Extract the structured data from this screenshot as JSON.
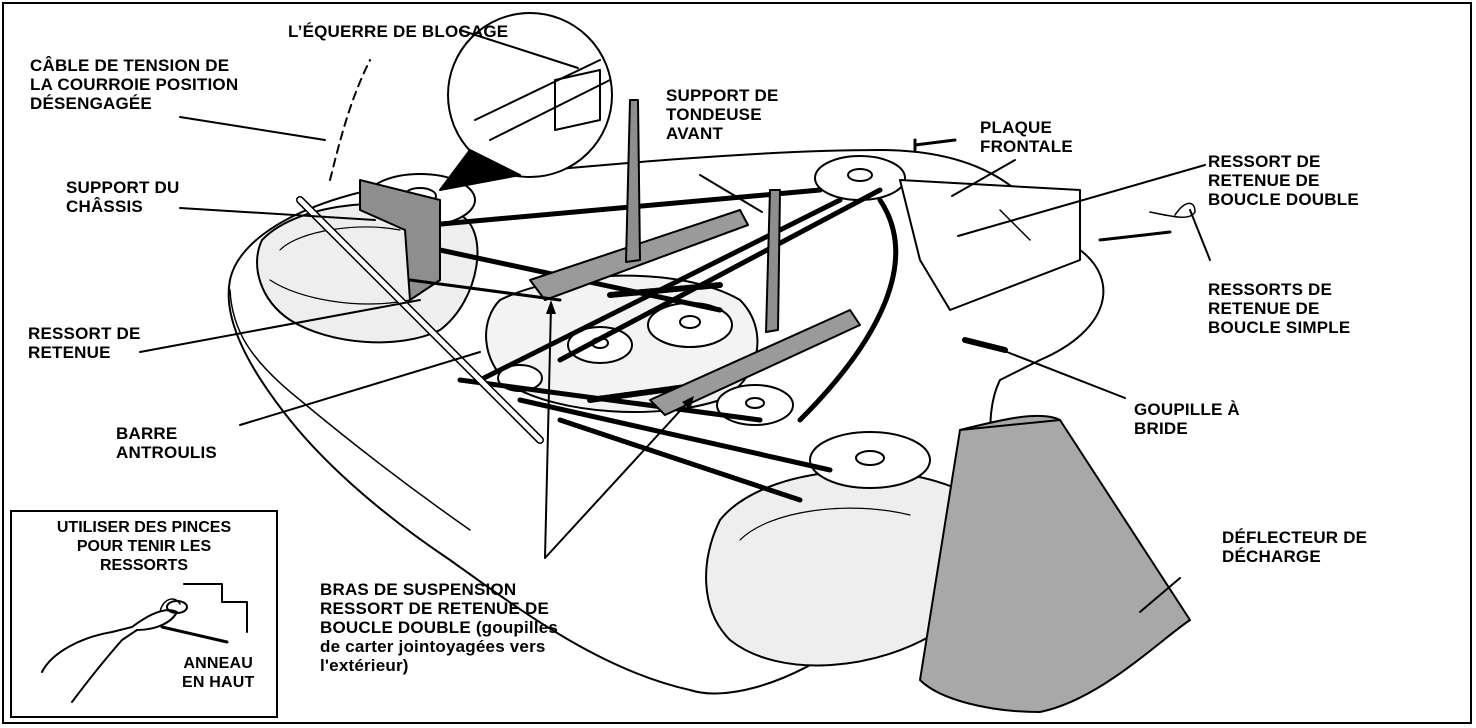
{
  "labels": {
    "equerre": "L’ÉQUERRE DE BLOCAGE",
    "cable": "CÂBLE DE TENSION DE\nLA COURROIE POSITION\nDÉSENGAGÉE",
    "support_chassis": "SUPPORT DU\nCHÂSSIS",
    "ressort_retenue": "RESSORT DE\nRETENUE",
    "barre": "BARRE\nANTROULIS",
    "support_tondeuse": "SUPPORT DE\nTONDEUSE\nAVANT",
    "plaque": "PLAQUE\nFRONTALE",
    "ressort_double": "RESSORT DE\nRETENUE DE\nBOUCLE DOUBLE",
    "ressorts_simple": "RESSORTS DE\nRETENUE DE\nBOUCLE SIMPLE",
    "goupille": "GOUPILLE À\nBRIDE",
    "deflecteur": "DÉFLECTEUR DE\nDÉCHARGE",
    "bras_bold": "BRAS DE SUSPENSION\nRESSORT DE RETENUE DE\nBOUCLE DOUBLE",
    "bras_normal": " (goupilles\nde carter jointoyagées vers\nl'extérieur)"
  },
  "inset": {
    "title": "UTILISER DES PINCES\nPOUR TENIR LES\nRESSORTS",
    "anneau": "ANNEAU\nEN HAUT"
  }
}
